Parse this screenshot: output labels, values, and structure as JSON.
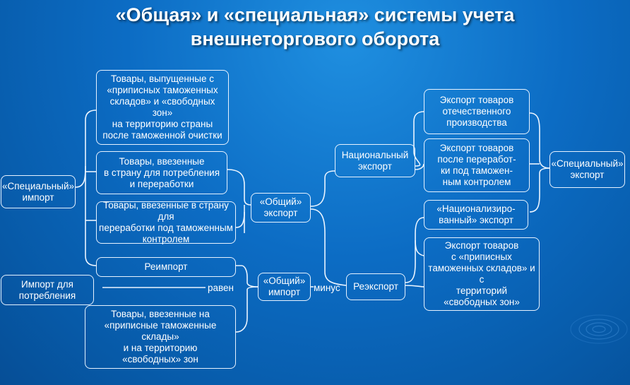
{
  "title_line1": "«Общая» и «специальная» системы учета",
  "title_line2": "внешнеторгового оборота",
  "nodes": {
    "special_import": "«Специальный»\nимпорт",
    "goods_released": "Товары, выпущенные с\n«приписных таможенных\nскладов» и «свободных зон»\nна территорию страны\nпосле таможенной очистки",
    "goods_consumption": "Товары, ввезенные\nв страну для потребления\nи переработки",
    "goods_processing": "Товары, ввезенные в страну для\nпереработки под таможенным\nконтролем",
    "reimport": "Реимпорт",
    "import_consumption": "Импорт для\nпотребления",
    "goods_warehouses": "Товары, ввезенные на\n«приписные таможенные склады»\nи на территорию\n«свободных» зон",
    "general_export": "«Общий»\nэкспорт",
    "general_import": "«Общий»\nимпорт",
    "national_export": "Национальный\nэкспорт",
    "reexport": "Реэкспорт",
    "export_domestic": "Экспорт товаров\nотечественного\nпроизводства",
    "export_processed": "Экспорт товаров\nпосле переработ-\nки под таможен-\nным контролем",
    "nationalized_export": "«Национализиро-\nванный» экспорт",
    "export_warehouses": "Экспорт товаров\nс «приписных\nтаможенных складов» и с\nтерриторий\n«свободных зон»",
    "special_export": "«Специальный»\nэкспорт"
  },
  "labels": {
    "equals": "равен",
    "minus": "минус"
  },
  "colors": {
    "background": "#0c6cc4",
    "line": "#eaf4ff",
    "text": "#ffffff"
  }
}
